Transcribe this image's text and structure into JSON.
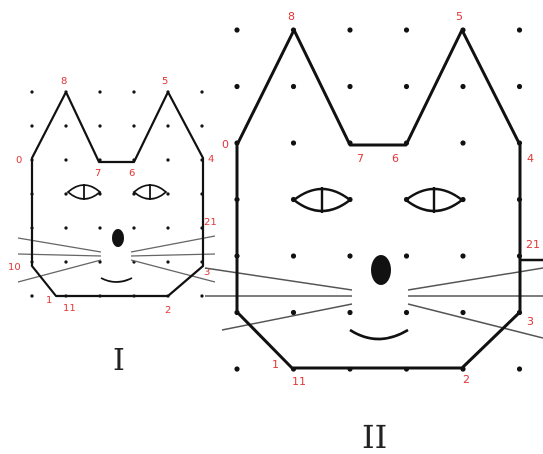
{
  "figures": [
    {
      "id": "I",
      "caption": "I",
      "point_labels": [
        "8",
        "5",
        "0",
        "7",
        "6",
        "4",
        "21",
        "10",
        "3",
        "1",
        "11",
        "2"
      ]
    },
    {
      "id": "II",
      "caption": "II",
      "point_labels": [
        "8",
        "5",
        "0",
        "7",
        "6",
        "4",
        "21",
        "3",
        "1",
        "11",
        "2"
      ]
    }
  ]
}
